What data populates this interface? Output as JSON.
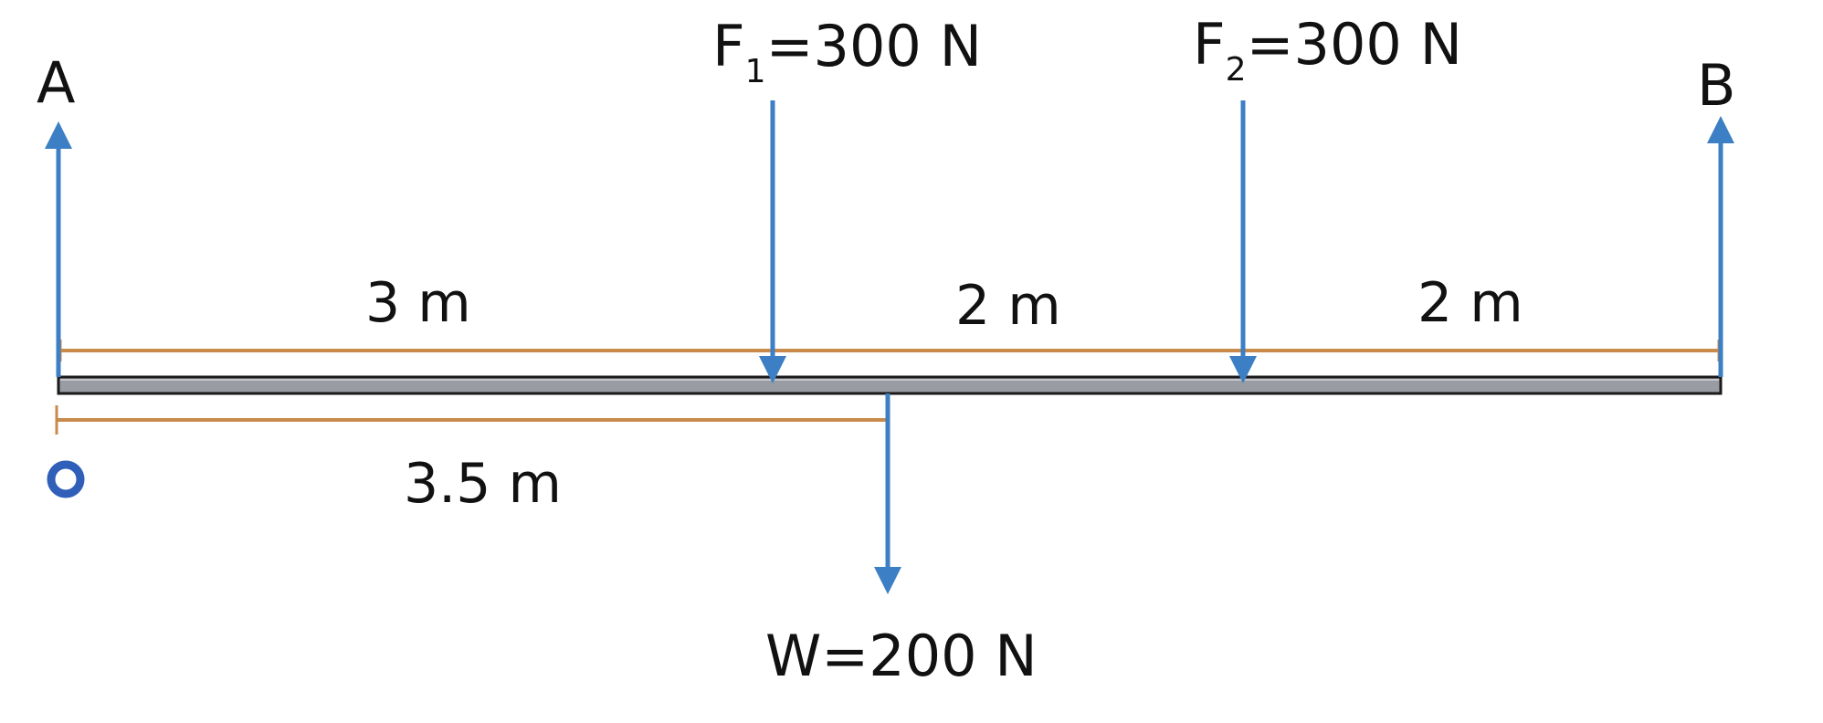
{
  "labels": {
    "support_a": "A",
    "support_b": "B",
    "origin": "O",
    "f1": {
      "main": "F",
      "sub": "1",
      "rest": "=300 N"
    },
    "f2": {
      "main": "F",
      "sub": "2",
      "rest": "=300 N"
    },
    "weight": "W=200 N"
  },
  "dimensions": {
    "seg1": "3 m",
    "seg2": "2 m",
    "seg3": "2 m",
    "weight_offset": "3.5 m"
  },
  "colors": {
    "arrow": "#3c7fc4",
    "dimension_line": "#c98a4b",
    "beam_fill": "#9a9ca3",
    "beam_stroke": "#1a1a1a",
    "origin_marker": "#2f5fb8"
  }
}
